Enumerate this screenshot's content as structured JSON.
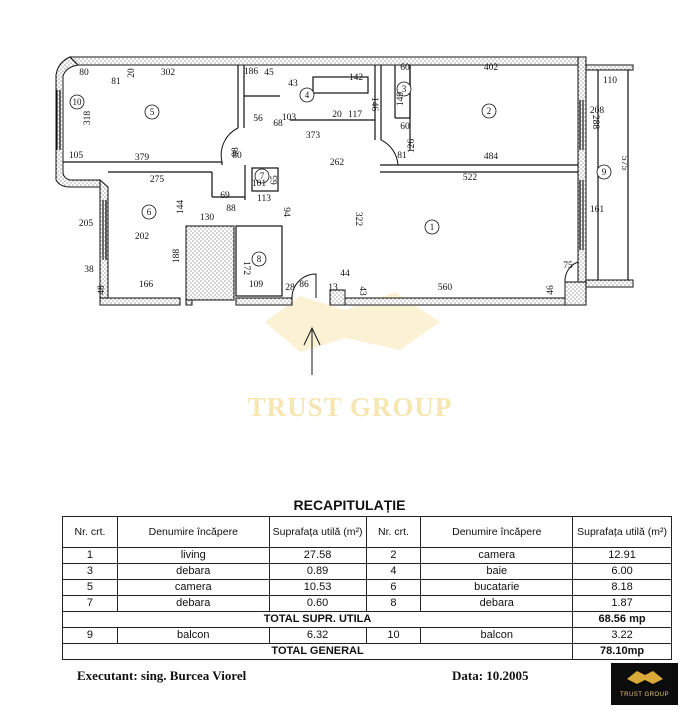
{
  "plan": {
    "room_numbers": [
      "1",
      "2",
      "3",
      "4",
      "5",
      "6",
      "7",
      "8",
      "9",
      "10"
    ],
    "dimensions": [
      "80",
      "81",
      "20",
      "302",
      "186",
      "45",
      "43",
      "142",
      "60",
      "149",
      "60",
      "402",
      "110",
      "318",
      "103",
      "20",
      "117",
      "146",
      "288",
      "208",
      "56",
      "68",
      "373",
      "126",
      "105",
      "379",
      "98",
      "262",
      "81",
      "484",
      "575",
      "80",
      "65",
      "101",
      "522",
      "275",
      "69",
      "88",
      "113",
      "161",
      "144",
      "130",
      "94",
      "322",
      "205",
      "202",
      "188",
      "172",
      "38",
      "48",
      "166",
      "109",
      "28",
      "86",
      "13",
      "44",
      "43",
      "560",
      "46",
      "75"
    ],
    "watermark": "TRUST GROUP"
  },
  "recap": {
    "title": "RECAPITULAȚIE",
    "headers": {
      "nr1": "Nr. crt.",
      "name1": "Denumire încăpere",
      "area1": "Suprafața utilă (m²)",
      "nr2": "Nr. crt.",
      "name2": "Denumire încăpere",
      "area2": "Suprafața utilă (m²)"
    },
    "rows": [
      {
        "nr1": "1",
        "name1": "living",
        "area1": "27.58",
        "nr2": "2",
        "name2": "camera",
        "area2": "12.91"
      },
      {
        "nr1": "3",
        "name1": "debara",
        "area1": "0.89",
        "nr2": "4",
        "name2": "baie",
        "area2": "6.00"
      },
      {
        "nr1": "5",
        "name1": "camera",
        "area1": "10.53",
        "nr2": "6",
        "name2": "bucatarie",
        "area2": "8.18"
      },
      {
        "nr1": "7",
        "name1": "debara",
        "area1": "0.60",
        "nr2": "8",
        "name2": "debara",
        "area2": "1.87"
      }
    ],
    "total_label": "TOTAL SUPR. UTILA",
    "total_value": "68.56 mp",
    "balcony_row": {
      "nr1": "9",
      "name1": "balcon",
      "area1": "6.32",
      "nr2": "10",
      "name2": "balcon",
      "area2": "3.22"
    },
    "general_label": "TOTAL GENERAL",
    "general_value": "78.10mp"
  },
  "footer": {
    "executant": "Executant: sing. Burcea  Viorel",
    "date": "Data: 10.2005",
    "logo_text": "TRUST GROUP"
  }
}
